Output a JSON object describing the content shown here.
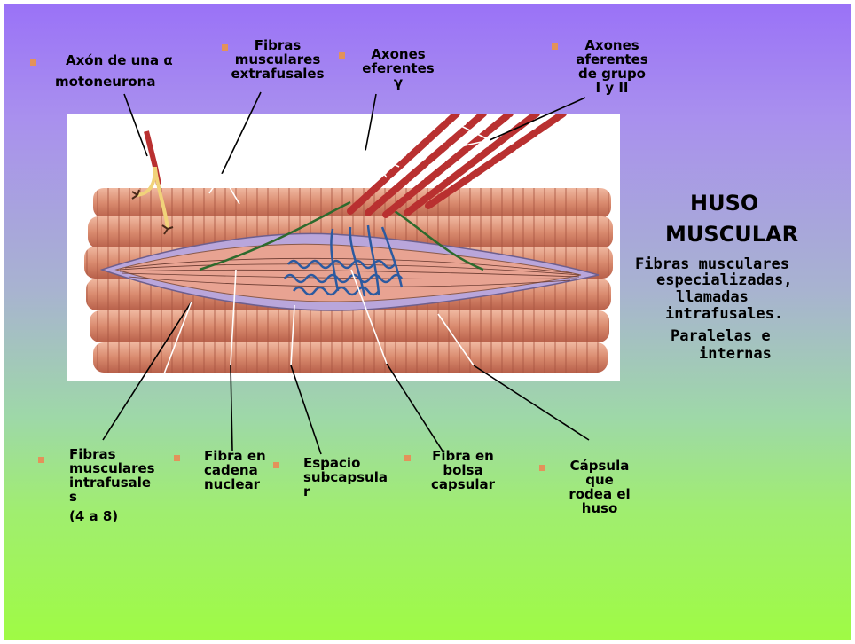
{
  "title": {
    "line1": "HUSO",
    "line2": "MUSCULAR"
  },
  "description": {
    "lines": [
      "Fibras musculares",
      "especializadas,",
      "llamadas",
      "intrafusales.",
      "Paralelas e",
      "internas"
    ]
  },
  "labels": {
    "axon_alfa": [
      "Axón de una α",
      "motoneurona"
    ],
    "extrafusales": [
      "Fibras",
      "musculares",
      "extrafusales"
    ],
    "eferentes": [
      "Axones",
      "eferentes",
      "γ"
    ],
    "aferentes": [
      "Axones",
      "aferentes",
      "de grupo",
      "I y II"
    ],
    "intrafusales": [
      "Fibras",
      "musculares",
      "intrafusale",
      "s",
      "(4 a 8)"
    ],
    "cadena": [
      "Fibra en",
      "cadena",
      "nuclear"
    ],
    "subcapsular": [
      "Espacio",
      "subcapsula",
      "r"
    ],
    "bolsa": [
      "Fibra en",
      "bolsa",
      "capsular"
    ],
    "capsula": [
      "Cápsula",
      "que",
      "rodea el",
      "huso"
    ]
  },
  "colors": {
    "bullet": "#e3925a",
    "muscle": "#d9876a",
    "capsule": "#b7a3d8",
    "nerve_fiber": "#b93030",
    "blue_endings": "#3366aa"
  }
}
